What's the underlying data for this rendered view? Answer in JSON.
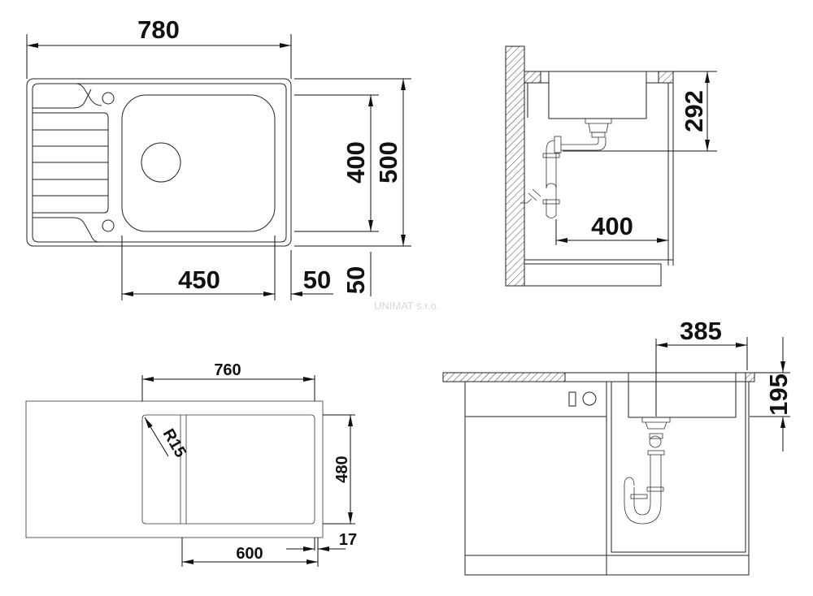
{
  "watermark": "UNIMAT s.r.o.",
  "top_view": {
    "width_label": "780",
    "bowl_height_label": "400",
    "total_height_label": "500",
    "bowl_width_label": "450",
    "side_margin_label": "50",
    "bottom_margin_label": "50"
  },
  "side_section": {
    "depth_label": "292",
    "drain_offset_label": "400"
  },
  "cutout_view": {
    "width_label": "760",
    "radius_label": "R15",
    "height_label": "480",
    "inner_width_label": "600",
    "edge_label": "17"
  },
  "front_section": {
    "bowl_width_label": "385",
    "depth_label": "195"
  }
}
